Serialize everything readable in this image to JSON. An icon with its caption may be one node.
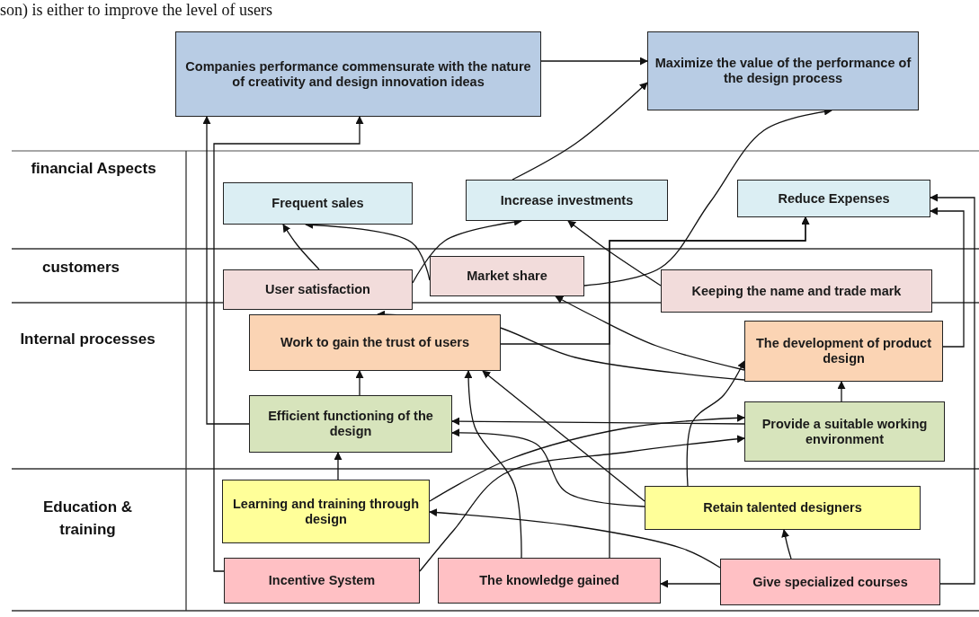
{
  "diagram": {
    "nodes": [
      {
        "text": [
          "Companies performance commensurate with the nature of creativity and design innovation ideas"
        ]
      },
      {
        "text": [
          "Maximize the value of the performance of the design process"
        ]
      },
      {
        "text": [
          "Frequent sales"
        ]
      },
      {
        "text": [
          "Increase investments"
        ]
      },
      {
        "text": [
          "Reduce Expenses"
        ]
      },
      {
        "text": [
          "User satisfaction"
        ]
      },
      {
        "text": [
          "Market share"
        ]
      },
      {
        "text": [
          "Keeping the name and trade mark"
        ]
      },
      {
        "text": [
          "Work to gain the trust of users"
        ]
      },
      {
        "text": [
          "The development of product design"
        ]
      },
      {
        "text": [
          "Efficient functioning of the design"
        ]
      },
      {
        "text": [
          "Provide a suitable working environment"
        ]
      },
      {
        "text": [
          "Learning and training through design"
        ]
      },
      {
        "text": [
          "Retain talented designers"
        ]
      },
      {
        "text": [
          "Incentive System"
        ]
      },
      {
        "text": [
          "The knowledge gained"
        ]
      },
      {
        "text": [
          "Give specialized courses"
        ]
      }
    ],
    "edges": [
      {
        "from": 0,
        "to": 1,
        "arrow": "to"
      },
      {
        "from": 3,
        "to": 1,
        "arrow": "to"
      },
      {
        "from": 6,
        "to": 1,
        "arrow": "to"
      },
      {
        "from": 5,
        "to": 2,
        "arrow": "to"
      },
      {
        "from": 6,
        "to": 2,
        "arrow": "to"
      },
      {
        "from": 5,
        "to": 3,
        "arrow": "to"
      },
      {
        "from": 7,
        "to": 3,
        "arrow": "to"
      },
      {
        "from": 15,
        "to": 4,
        "arrow": "to"
      },
      {
        "from": 8,
        "to": 4,
        "arrow": "to"
      },
      {
        "from": 9,
        "to": 4,
        "arrow": "to"
      },
      {
        "from": 16,
        "to": 4,
        "arrow": "to"
      },
      {
        "from": 10,
        "to": 8,
        "arrow": "to"
      },
      {
        "from": 12,
        "to": 10,
        "arrow": "to"
      },
      {
        "from": 11,
        "to": 9,
        "arrow": "to"
      },
      {
        "from": 16,
        "to": 13,
        "arrow": "to"
      },
      {
        "from": 16,
        "to": 15,
        "arrow": "to"
      },
      {
        "from": 16,
        "to": 12,
        "arrow": "to"
      },
      {
        "from": 13,
        "to": 8,
        "arrow": "to"
      },
      {
        "from": 15,
        "to": 8,
        "arrow": "to"
      },
      {
        "from": 13,
        "to": 10,
        "arrow": "to"
      },
      {
        "from": 11,
        "to": 10,
        "arrow": "to"
      },
      {
        "from": 12,
        "to": 11,
        "arrow": "to"
      },
      {
        "from": 14,
        "to": 11,
        "arrow": "to"
      },
      {
        "from": 9,
        "to": 8,
        "arrow": "to"
      },
      {
        "from": 9,
        "to": 6,
        "arrow": "to"
      },
      {
        "from": 13,
        "to": 9,
        "arrow": "to"
      },
      {
        "from": 10,
        "to": 0,
        "arrow": "to"
      },
      {
        "from": 14,
        "to": 0,
        "arrow": "to"
      }
    ],
    "labels": [
      "son) is either to improve the level of users",
      "financial Aspects",
      "customers",
      "Internal processes",
      "Education & training"
    ]
  }
}
